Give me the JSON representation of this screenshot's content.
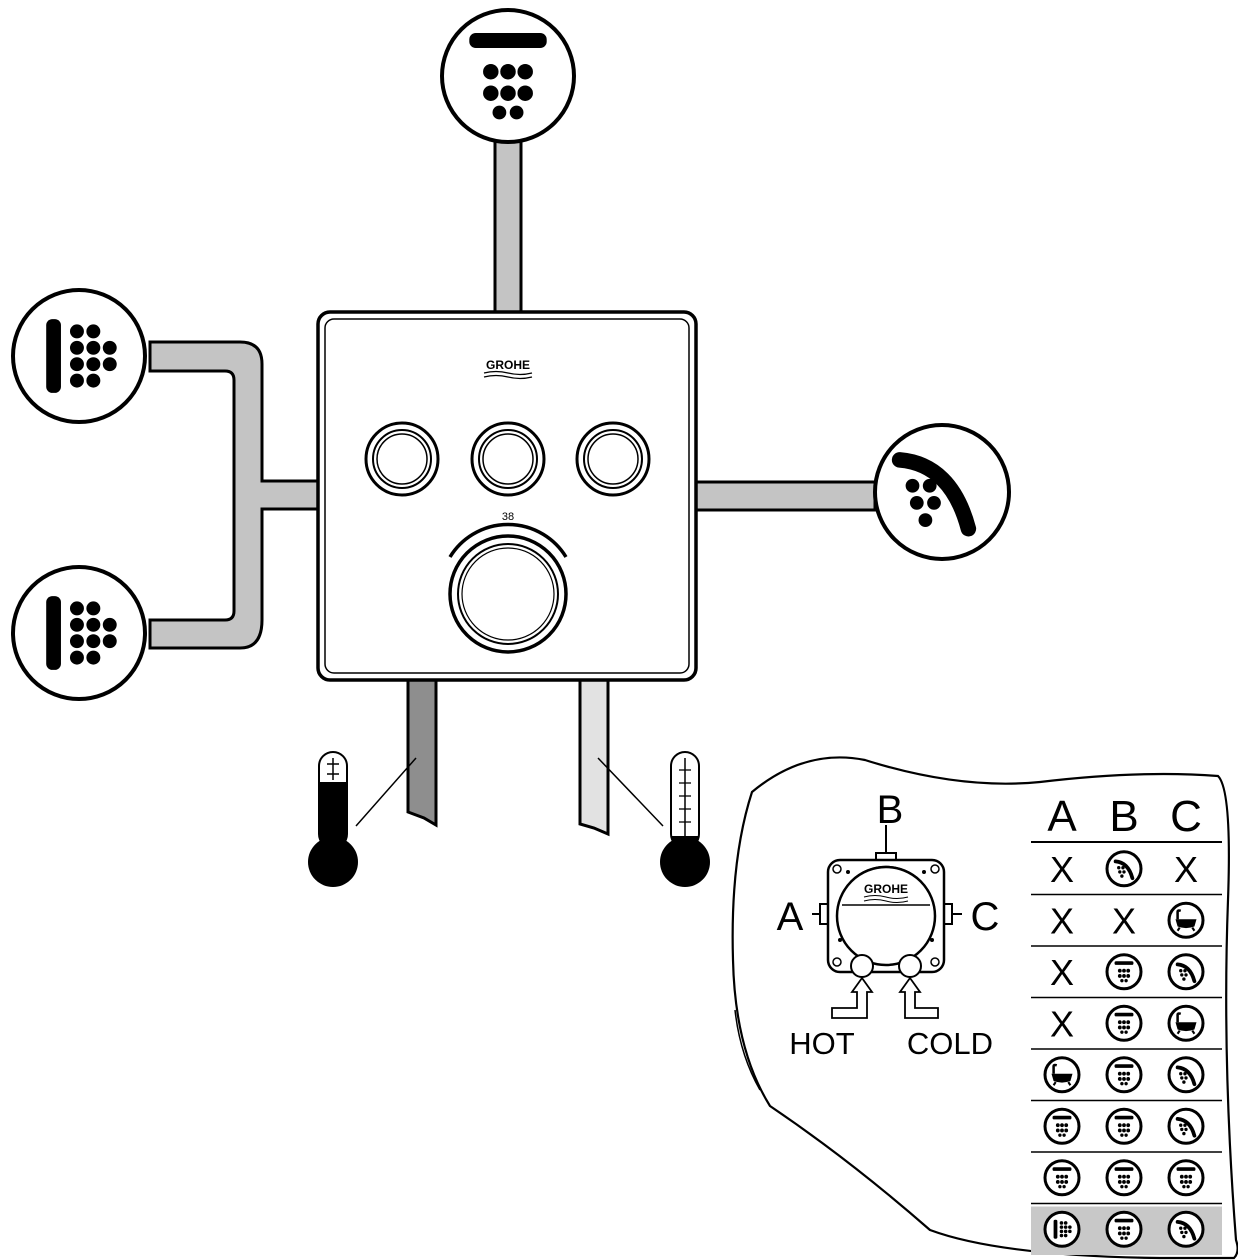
{
  "brand": {
    "logo_text": "GROHE"
  },
  "thermostat": {
    "temperature_label": "38"
  },
  "port_labels": {
    "a": "A",
    "b": "B",
    "c": "C"
  },
  "inlets": {
    "hot": "HOT",
    "cold": "COLD"
  },
  "table": {
    "headers": [
      "A",
      "B",
      "C"
    ],
    "rows": [
      [
        "X",
        "hand-shower-icon",
        "X"
      ],
      [
        "X",
        "X",
        "bathtub-icon"
      ],
      [
        "X",
        "head-shower-icon",
        "hand-shower-icon"
      ],
      [
        "X",
        "head-shower-icon",
        "bathtub-icon"
      ],
      [
        "bathtub-icon",
        "head-shower-icon",
        "hand-shower-icon"
      ],
      [
        "head-shower-icon",
        "head-shower-icon",
        "hand-shower-icon"
      ],
      [
        "head-shower-icon",
        "head-shower-icon",
        "head-shower-icon"
      ],
      [
        "body-jet-icon",
        "head-shower-icon",
        "hand-shower-icon"
      ]
    ],
    "highlighted_row": 7
  },
  "colors": {
    "line": "#000000",
    "pipe": "#c4c4c4",
    "hot_pipe": "#8e8e8e",
    "cold_pipe": "#e2e2e2",
    "highlight": "#c8c8c8"
  },
  "outlets": {
    "top": "head-shower-icon",
    "left_upper": "body-jet-icon",
    "left_lower": "body-jet-icon",
    "right": "hand-shower-icon"
  }
}
